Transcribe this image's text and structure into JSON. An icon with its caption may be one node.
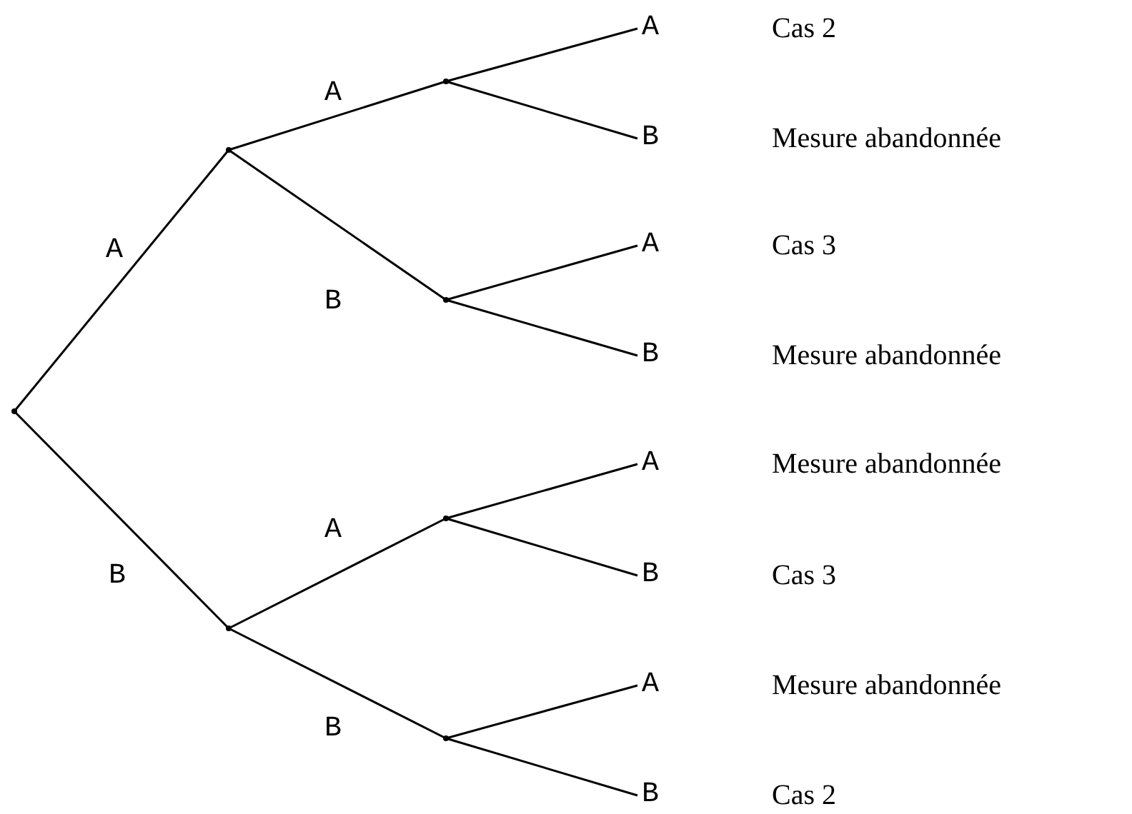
{
  "diagram": {
    "nodes": [
      {
        "text": [],
        "shape": "point"
      },
      {
        "text": [],
        "shape": "point"
      },
      {
        "text": [],
        "shape": "point"
      },
      {
        "text": [],
        "shape": "point"
      },
      {
        "text": [],
        "shape": "point"
      },
      {
        "text": [],
        "shape": "point"
      },
      {
        "text": [],
        "shape": "point"
      },
      {
        "text": [
          "A"
        ],
        "beside": [
          "Cas 2"
        ]
      },
      {
        "text": [
          "B"
        ],
        "beside": [
          "Mesure abandonnée"
        ]
      },
      {
        "text": [
          "A"
        ],
        "beside": [
          "Cas 3"
        ]
      },
      {
        "text": [
          "B"
        ],
        "beside": [
          "Mesure abandonnée"
        ]
      },
      {
        "text": [
          "A"
        ],
        "beside": [
          "Mesure abandonnée"
        ]
      },
      {
        "text": [
          "B"
        ],
        "beside": [
          "Cas 3"
        ]
      },
      {
        "text": [
          "A"
        ],
        "beside": [
          "Mesure abandonnée"
        ]
      },
      {
        "text": [
          "B"
        ],
        "beside": [
          "Cas 2"
        ]
      }
    ],
    "edges": [
      {
        "from": 0,
        "to": 1,
        "arrow": "none",
        "label": "A"
      },
      {
        "from": 0,
        "to": 2,
        "arrow": "none",
        "label": "B"
      },
      {
        "from": 1,
        "to": 3,
        "arrow": "none",
        "label": "A"
      },
      {
        "from": 1,
        "to": 4,
        "arrow": "none",
        "label": "B"
      },
      {
        "from": 2,
        "to": 5,
        "arrow": "none",
        "label": "A"
      },
      {
        "from": 2,
        "to": 6,
        "arrow": "none",
        "label": "B"
      },
      {
        "from": 3,
        "to": 7,
        "arrow": "none"
      },
      {
        "from": 3,
        "to": 8,
        "arrow": "none"
      },
      {
        "from": 4,
        "to": 9,
        "arrow": "none"
      },
      {
        "from": 4,
        "to": 10,
        "arrow": "none"
      },
      {
        "from": 5,
        "to": 11,
        "arrow": "none"
      },
      {
        "from": 5,
        "to": 12,
        "arrow": "none"
      },
      {
        "from": 6,
        "to": 13,
        "arrow": "none"
      },
      {
        "from": 6,
        "to": 14,
        "arrow": "none"
      }
    ]
  }
}
